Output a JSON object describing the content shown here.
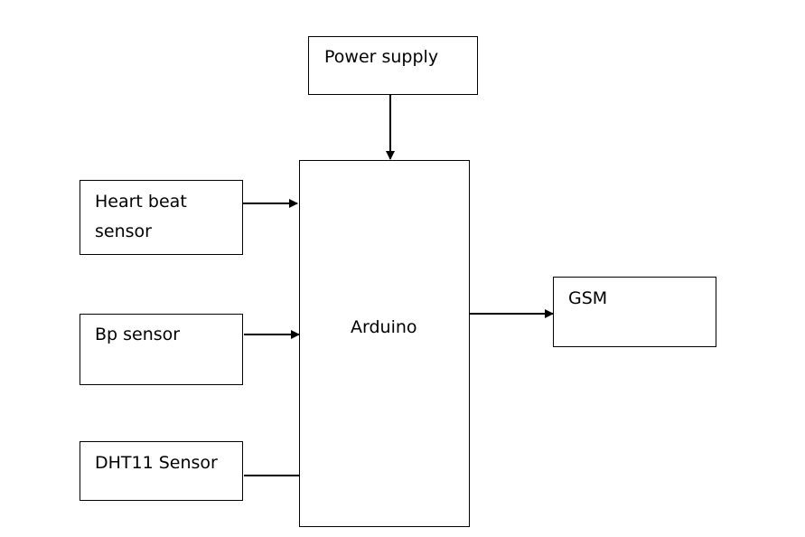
{
  "blocks": {
    "power_supply": "Power supply",
    "heart_beat_line1": "Heart beat",
    "heart_beat_line2": "sensor",
    "bp_sensor": "Bp sensor",
    "dht11_sensor": "DHT11 Sensor",
    "arduino": "Arduino",
    "gsm": "GSM"
  },
  "colors": {
    "stroke": "#000000",
    "background": "#ffffff"
  }
}
